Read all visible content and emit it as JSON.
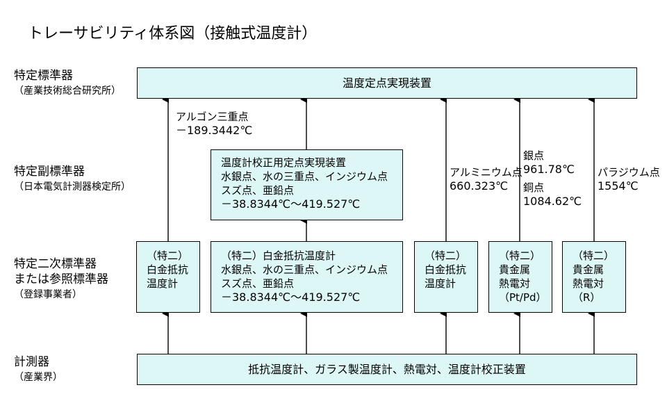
{
  "title": "トレーサビリティ体系図（接触式温度計）",
  "colors": {
    "box_fill": "#ddf7f7",
    "border": "#000000"
  },
  "levels": [
    {
      "main": "特定標準器",
      "sub": "（産業技術総合研究所）"
    },
    {
      "main": "特定副標準器",
      "sub": "（日本電気計測器検定所）"
    },
    {
      "main": "特定二次標準器",
      "main2": "または参照標準器",
      "sub": "（登録事業者）"
    },
    {
      "main": "計測器",
      "sub": "（産業界）"
    }
  ],
  "top_box": "温度定点実現装置",
  "bottom_box": "抵抗温度計、ガラス製温度計、熱電対、温度計校正装置",
  "secondary_box": {
    "lines": [
      "温度計校正用定点実現装置",
      "水銀点、水の三重点、インジウム点",
      "スズ点、亜鉛点",
      "－38.8344℃～419.527℃"
    ]
  },
  "tier2_boxes": [
    {
      "lines": [
        "（特二）",
        "白金抵抗",
        "温度計"
      ]
    },
    {
      "lines": [
        "（特二）白金抵抗温度計",
        "水銀点、水の三重点、インジウム点",
        "スズ点、亜鉛点",
        "－38.8344℃～419.527℃"
      ]
    },
    {
      "lines": [
        "（特二）",
        "白金抵抗",
        "温度計"
      ]
    },
    {
      "lines": [
        "（特二）",
        "貴金属",
        "熱電対",
        "（Pt/Pd）"
      ]
    },
    {
      "lines": [
        "（特二）",
        "貴金属",
        "熱電対",
        "（R）"
      ]
    }
  ],
  "notes": {
    "argon": {
      "name": "アルゴン三重点",
      "value": "－189.3442℃"
    },
    "aluminum": {
      "name": "アルミニウム点",
      "value": "660.323℃"
    },
    "silver": {
      "name": "銀点",
      "value": "961.78℃"
    },
    "copper": {
      "name": "銅点",
      "value": "1084.62℃"
    },
    "palladium": {
      "name": "パラジウム点",
      "value": "1554℃"
    }
  }
}
